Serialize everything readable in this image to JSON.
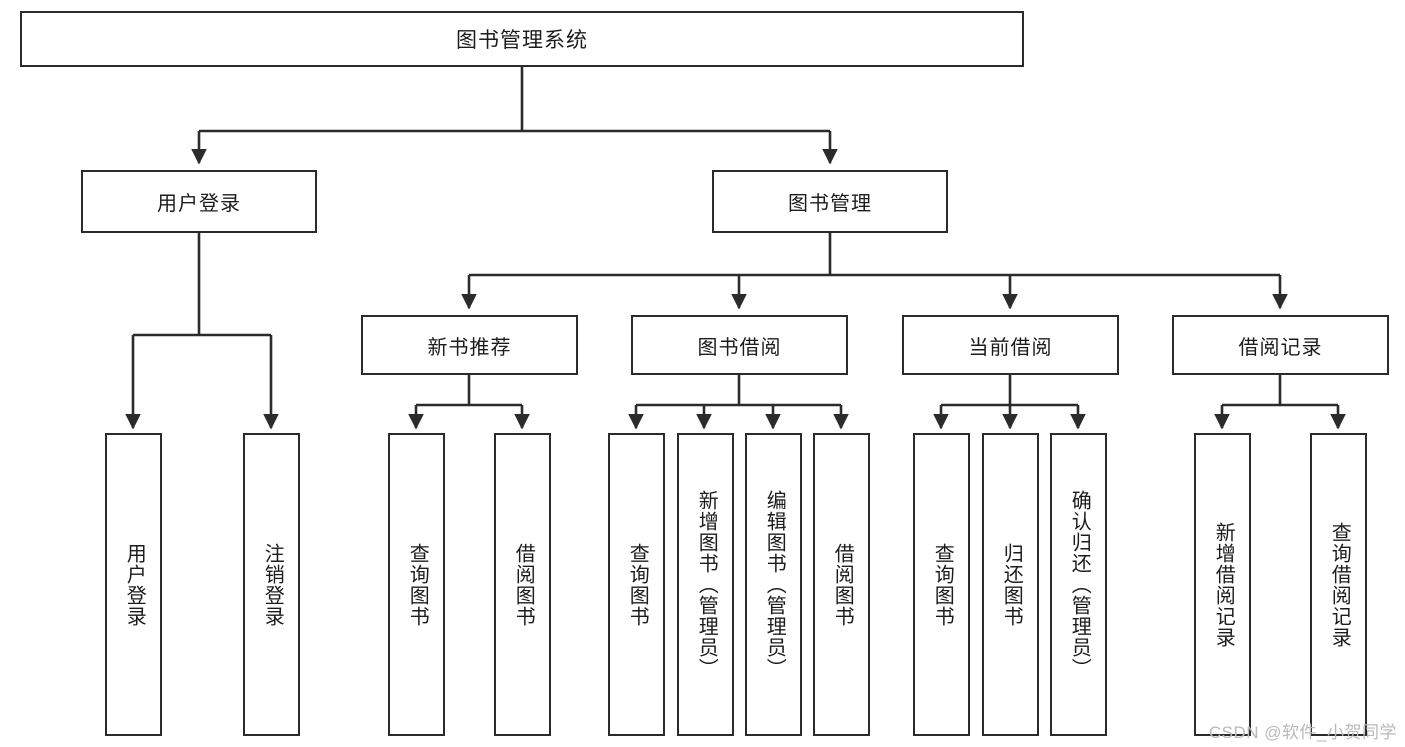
{
  "diagram": {
    "title": "图书管理系统",
    "watermark": "CSDN @软件_小贺同学",
    "colors": {
      "box_border": "#2b2b2b",
      "box_fill": "#ffffff",
      "edge": "#2b2b2b",
      "text": "#1c1c1c",
      "watermark": "#b9b9b9",
      "background": "#ffffff"
    },
    "root": {
      "label": "图书管理系统"
    },
    "level2": [
      {
        "label": "用户登录"
      },
      {
        "label": "图书管理"
      }
    ],
    "level3": [
      {
        "label": "新书推荐"
      },
      {
        "label": "图书借阅"
      },
      {
        "label": "当前借阅"
      },
      {
        "label": "借阅记录"
      }
    ],
    "leaves": {
      "user_login": [
        {
          "label": "用户登录"
        },
        {
          "label": "注销登录"
        }
      ],
      "new_book_recommend": [
        {
          "label": "查询图书"
        },
        {
          "label": "借阅图书"
        }
      ],
      "book_borrow": [
        {
          "label": "查询图书"
        },
        {
          "label": "新增图书（管理员）"
        },
        {
          "label": "编辑图书（管理员）"
        },
        {
          "label": "借阅图书"
        }
      ],
      "current_borrow": [
        {
          "label": "查询图书"
        },
        {
          "label": "归还图书"
        },
        {
          "label": "确认归还（管理员）"
        }
      ],
      "borrow_record": [
        {
          "label": "新增借阅记录"
        },
        {
          "label": "查询借阅记录"
        }
      ]
    }
  }
}
